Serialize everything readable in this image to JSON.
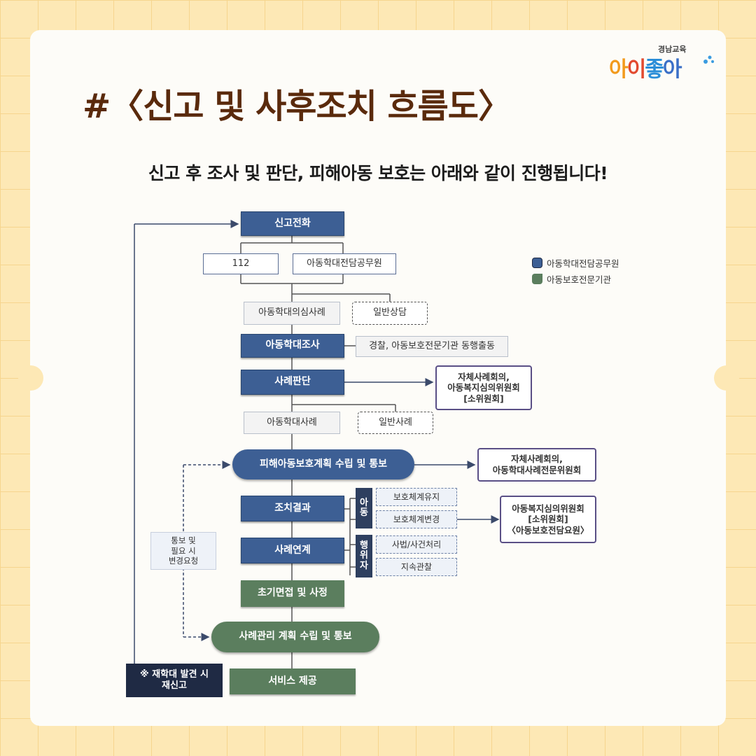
{
  "header": {
    "title": "#〈신고 및 사후조치 흐름도〉",
    "subtitle": "신고 후 조사 및 판단, 피해아동 보호는 아래와 같이 진행됩니다!"
  },
  "logo": {
    "small": "경남교육",
    "main": [
      "아",
      "이",
      "좋",
      "아"
    ]
  },
  "legend": {
    "items": [
      {
        "label": "아동학대전담공무원",
        "color": "#3d5f94"
      },
      {
        "label": "아동보호전문기관",
        "color": "#5b7e5e"
      }
    ]
  },
  "flow": {
    "report_call": "신고전화",
    "n112": "112",
    "officer": "아동학대전담공무원",
    "suspected_case": "아동학대의심사례",
    "general_consult": "일반상담",
    "investigation": "아동학대조사",
    "police": "경찰, 아동보호전문기관 동행출동",
    "case_judgment": "사례판단",
    "committee1": "자체사례회의,\n아동복지심의위원회\n[소위원회]",
    "abuse_case": "아동학대사례",
    "general_case": "일반사례",
    "protection_plan": "피해아동보호계획 수립 및 통보",
    "committee2": "자체사례회의,\n아동학대사례전문위원회",
    "action_result": "조치결과",
    "child_tab": "아\n동",
    "keep_system": "보호체계유지",
    "change_system": "보호체계변경",
    "committee3": "아동복지심의위원회\n[소위원회]\n〈아동보호전담요원〉",
    "case_link": "사례연계",
    "actor_tab": "행\n위\n자",
    "judicial": "사법/사건처리",
    "monitoring": "지속관찰",
    "notify_note": "통보 및\n필요 시\n변경요청",
    "interview": "초기면접 및 사정",
    "management_plan": "사례관리 계획 수립 및 통보",
    "re_abuse": "※ 재학대 발견 시\n재신고",
    "service": "서비스 제공"
  }
}
